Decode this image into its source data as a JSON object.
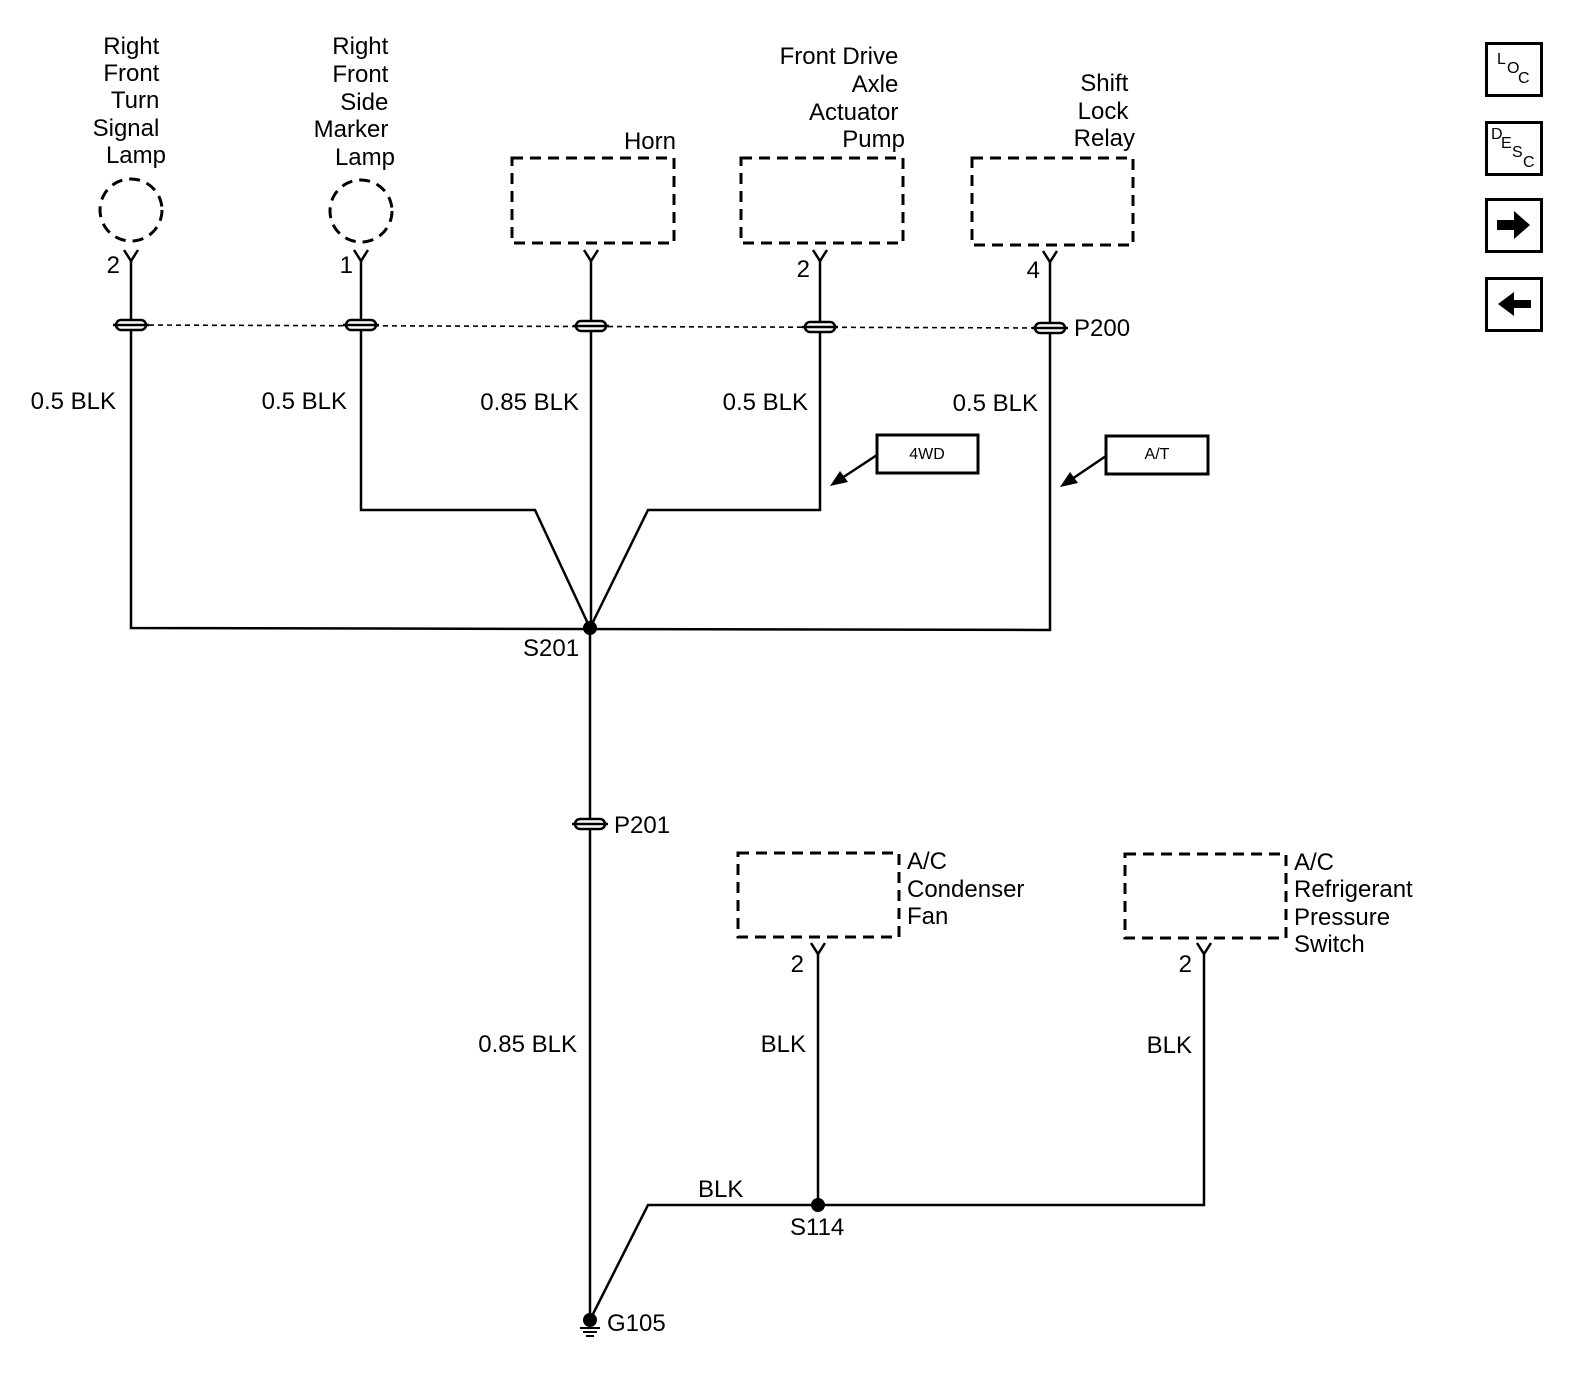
{
  "components": {
    "rf_turn_lamp": [
      "Right",
      "Front",
      "Turn",
      "Signal",
      "Lamp"
    ],
    "rf_marker_lamp": [
      "Right",
      "Front",
      "Side",
      "Marker",
      "Lamp"
    ],
    "horn": [
      "Horn"
    ],
    "fda_pump": [
      "Front Drive",
      "Axle",
      "Actuator",
      "Pump"
    ],
    "shift_lock": [
      "Shift",
      "Lock",
      "Relay"
    ],
    "ac_fan": [
      "A/C",
      "Condenser",
      "Fan"
    ],
    "ac_switch": [
      "A/C",
      "Refrigerant",
      "Pressure",
      "Switch"
    ]
  },
  "pins": {
    "rf_turn_lamp": "2",
    "rf_marker_lamp": "1",
    "fda_pump": "2",
    "shift_lock": "4",
    "ac_fan": "2",
    "ac_switch": "2"
  },
  "wires": {
    "rf_turn_lamp": "0.5 BLK",
    "rf_marker_lamp": "0.5 BLK",
    "horn": "0.85 BLK",
    "fda_pump": "0.5 BLK",
    "shift_lock": "0.5 BLK",
    "trunk": "0.85 BLK",
    "ac_fan": "BLK",
    "ac_switch": "BLK",
    "ground_lead": "BLK"
  },
  "connectors": {
    "p200": "P200",
    "p201": "P201"
  },
  "splices": {
    "s201": "S201",
    "s114": "S114"
  },
  "ground": "G105",
  "options": {
    "fourwd": "4WD",
    "at": "A/T"
  },
  "nav": {
    "loc": {
      "icon": "loc-icon",
      "letters": [
        "L",
        "O",
        "C"
      ]
    },
    "desc": {
      "icon": "desc-icon",
      "letters": [
        "D",
        "E",
        "S",
        "C"
      ]
    },
    "next": {
      "icon": "arrow-right-icon"
    },
    "prev": {
      "icon": "arrow-left-icon"
    }
  }
}
